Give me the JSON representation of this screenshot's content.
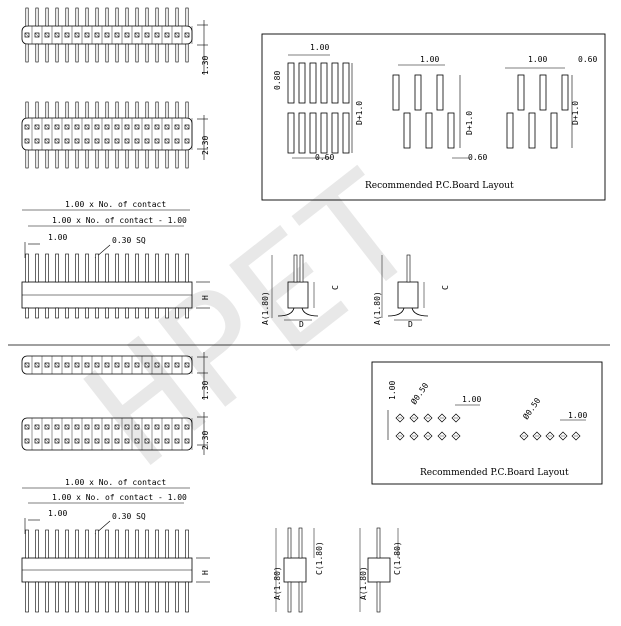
{
  "watermark": "HPET",
  "labels": {
    "pitch": "1.00",
    "row_gap_single": "1.30",
    "row_gap_double": "2.30",
    "total_length": "1.00 x No. of contact",
    "span_length": "1.00 x No. of contact - 1.00",
    "pin_square": "0.30 SQ",
    "height": "H",
    "dim_a": "A(1.80)",
    "dim_c": "C",
    "dim_c_val": "C(1.80)",
    "dim_d": "D",
    "layout_080": "0.80",
    "layout_060": "0.60",
    "layout_d1": "D+1.0",
    "hole_dia": "Ø0.50",
    "caption": "Recommended P.C.Board Layout"
  }
}
